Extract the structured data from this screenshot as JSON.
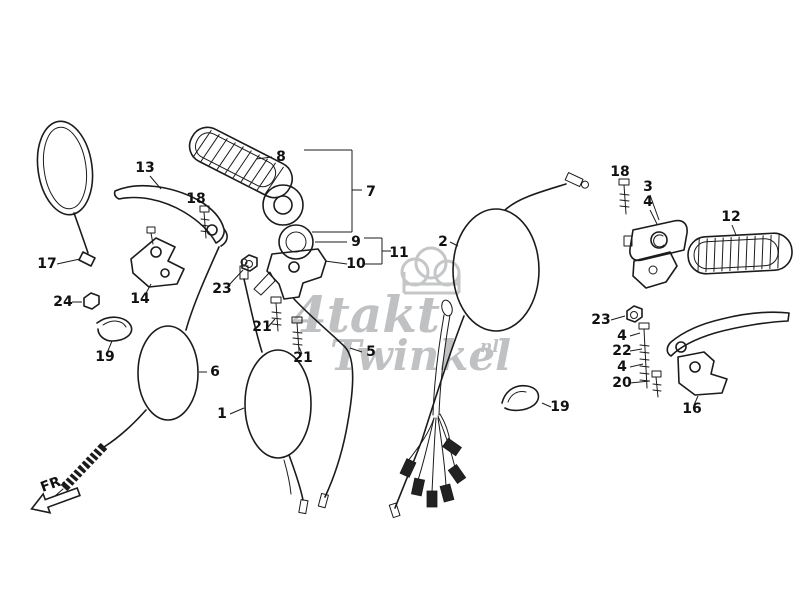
{
  "page": {
    "background": "#ffffff",
    "line_color": "#1b1b1b",
    "watermark_gray": "#b0b2b5"
  },
  "watermark": {
    "line1": "4takt",
    "line2": "Twinkel",
    "tld": "nl"
  },
  "direction_label": "FR.",
  "callouts": {
    "n13": "13",
    "n18_left": "18",
    "n8": "8",
    "n7": "7",
    "n17": "17",
    "n24": "24",
    "n14": "14",
    "n19_left": "19",
    "n9": "9",
    "n10": "10",
    "n11": "11",
    "n23_left": "23",
    "n21_upper": "21",
    "n21_lower": "21",
    "n5": "5",
    "n6": "6",
    "n1": "1",
    "n2": "2",
    "n19_mid": "19",
    "n18_right": "18",
    "n3": "3",
    "n4_top": "4",
    "n12": "12",
    "n23_right": "23",
    "n4_mid": "4",
    "n22": "22",
    "n4_low": "4",
    "n20": "20",
    "n16": "16"
  }
}
